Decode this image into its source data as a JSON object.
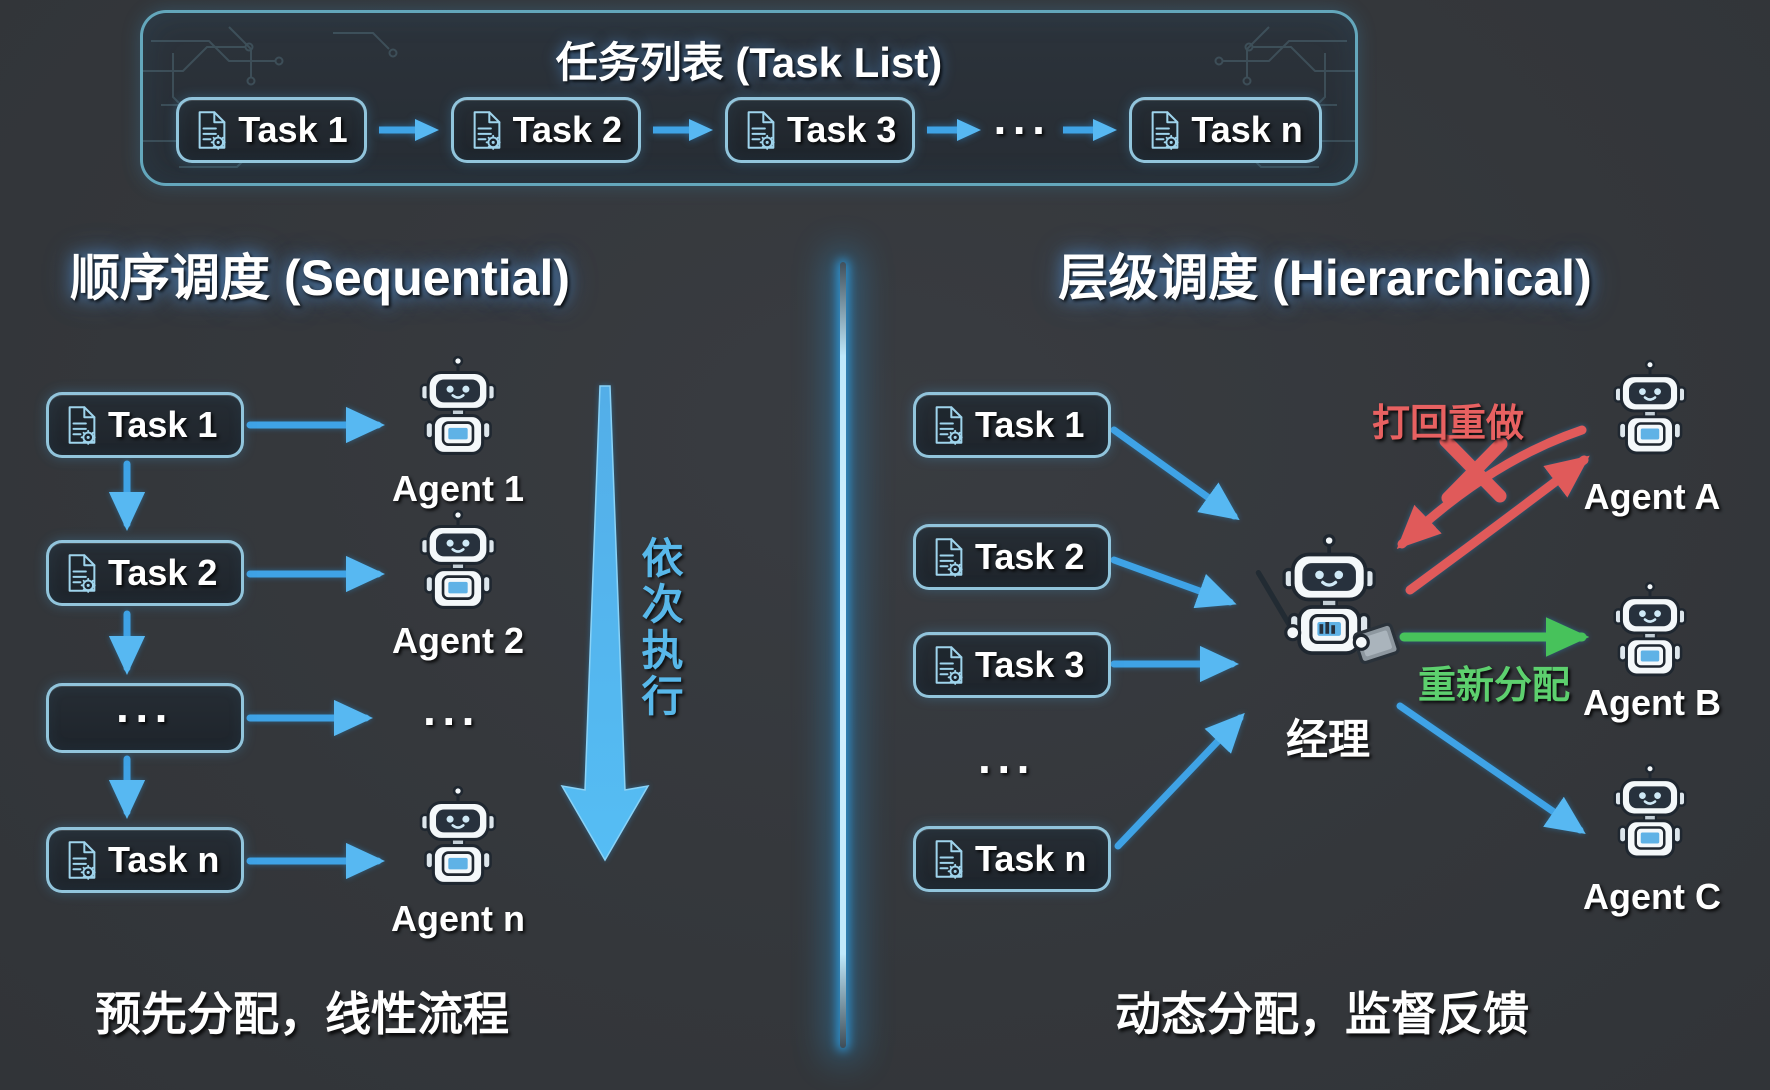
{
  "colors": {
    "background": "#34373b",
    "panel_border": "#6fbcd4",
    "chip_border": "#98cde6",
    "arrow_blue": "#3fa3e6",
    "arrow_red": "#e05a5a",
    "arrow_green": "#47c25b",
    "accent_blue_text": "#58b8ea",
    "text": "#ffffff"
  },
  "task_list": {
    "title": "任务列表 (Task List)",
    "items": [
      "Task 1",
      "Task 2",
      "Task 3",
      "···",
      "Task n"
    ]
  },
  "sequential": {
    "title": "顺序调度 (Sequential)",
    "tasks": [
      "Task 1",
      "Task 2",
      "···",
      "Task n"
    ],
    "agents": [
      "Agent 1",
      "Agent 2",
      "···",
      "Agent n"
    ],
    "flow_label": "依次执行",
    "caption": "预先分配，线性流程"
  },
  "hierarchical": {
    "title": "层级调度 (Hierarchical)",
    "tasks": [
      "Task 1",
      "Task 2",
      "Task 3",
      "···",
      "Task n"
    ],
    "manager_label": "经理",
    "agents": [
      "Agent A",
      "Agent B",
      "Agent C"
    ],
    "redo_label": "打回重做",
    "reassign_label": "重新分配",
    "caption": "动态分配，监督反馈"
  }
}
